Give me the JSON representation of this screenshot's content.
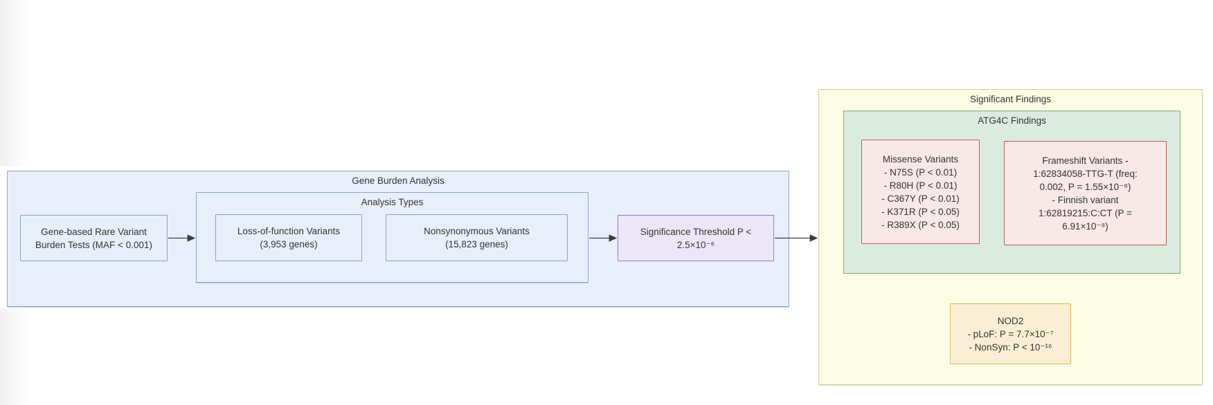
{
  "colors": {
    "blue_fill": "#e9effa",
    "blue_border": "#8ba5cd",
    "purple_fill": "#ece6f8",
    "purple_border": "#9674ce",
    "yellow_fill": "#fdfde6",
    "yellow_border": "#ccd093",
    "green_fill": "#dcebdf",
    "green_border": "#7aa97b",
    "pink_fill": "#f8e8e8",
    "pink_border": "#c05a50",
    "gold_fill": "#faefd4",
    "gold_border": "#d9ba55",
    "text": "#333333",
    "arrow": "#3b3b3b"
  },
  "gene_burden": {
    "title": "Gene Burden Analysis",
    "burden_tests_node": {
      "lines": [
        "Gene-based Rare Variant",
        "Burden Tests (MAF < 0.001)"
      ]
    },
    "analysis_types": {
      "title": "Analysis Types",
      "lof_node": {
        "lines": [
          "Loss-of-function Variants",
          "(3,953 genes)"
        ]
      },
      "nonsyn_node": {
        "lines": [
          "Nonsynonymous Variants",
          "(15,823 genes)"
        ]
      }
    },
    "threshold_node": {
      "lines": [
        "Significance Threshold P <",
        "2.5×10⁻⁶"
      ]
    }
  },
  "significant_findings": {
    "title": "Significant Findings",
    "atg4c": {
      "title": "ATG4C Findings",
      "missense_node": {
        "lines": [
          "Missense Variants",
          "- N75S (P < 0.01)",
          "- R80H (P < 0.01)",
          "- C367Y (P < 0.01)",
          "- K371R (P < 0.05)",
          "- R389X (P < 0.05)"
        ]
      },
      "frameshift_node": {
        "lines": [
          "Frameshift Variants -",
          "1:62834058-TTG-T  (freq:",
          "0.002, P = 1.55×10⁻⁸)",
          "- Finnish variant",
          "1:62819215:C:CT  (P =",
          "6.91×10⁻⁸)"
        ]
      }
    },
    "nod2_node": {
      "lines": [
        "NOD2",
        "- pLoF: P = 7.7×10⁻⁷",
        "- NonSyn: P < 10⁻¹⁶"
      ]
    }
  }
}
